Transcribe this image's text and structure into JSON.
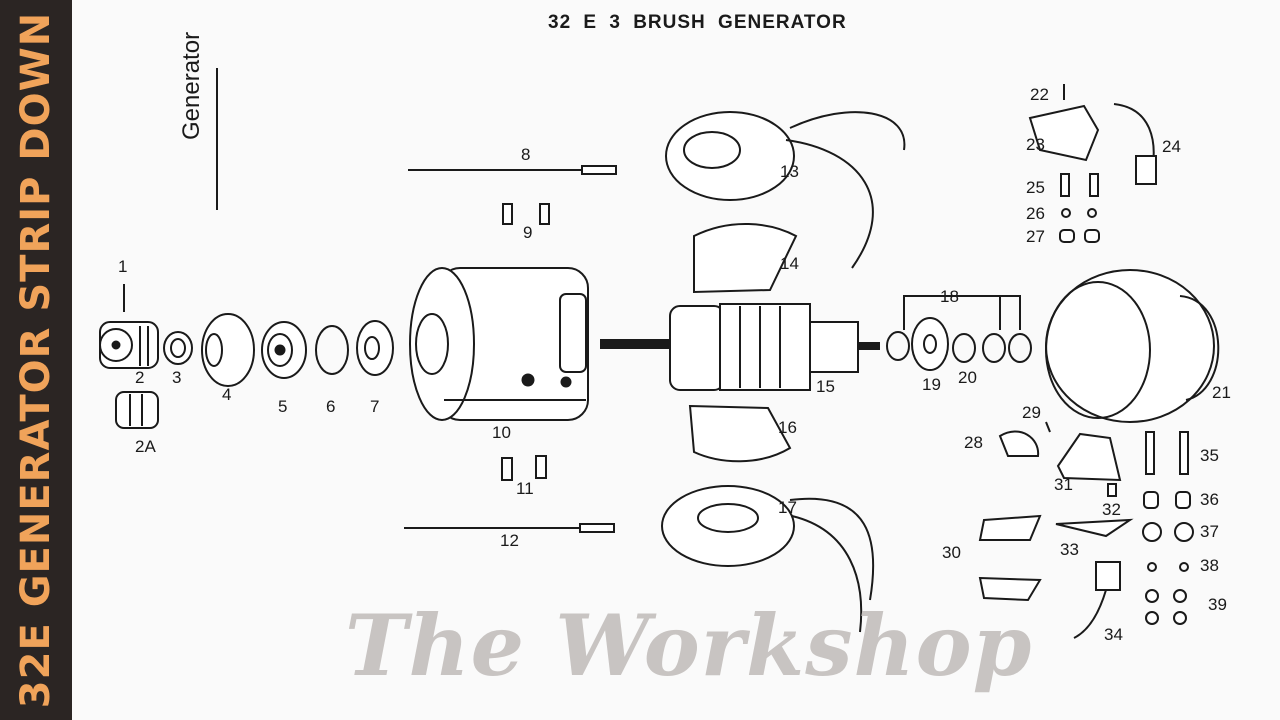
{
  "banner": {
    "text": "32E GENERATOR STRIP DOWN",
    "color": "#f0a35a",
    "background": "#2b2523"
  },
  "diagram": {
    "title": "32 E 3 BRUSH GENERATOR",
    "section_label": "Generator",
    "part_numbers": [
      "1",
      "2",
      "2A",
      "3",
      "4",
      "5",
      "6",
      "7",
      "8",
      "9",
      "10",
      "11",
      "12",
      "13",
      "14",
      "15",
      "16",
      "17",
      "18",
      "19",
      "20",
      "21",
      "22",
      "23",
      "24",
      "25",
      "26",
      "27",
      "28",
      "29",
      "30",
      "31",
      "32",
      "33",
      "34",
      "35",
      "36",
      "37",
      "38",
      "39"
    ]
  },
  "watermark": {
    "text": "The Workshop"
  }
}
